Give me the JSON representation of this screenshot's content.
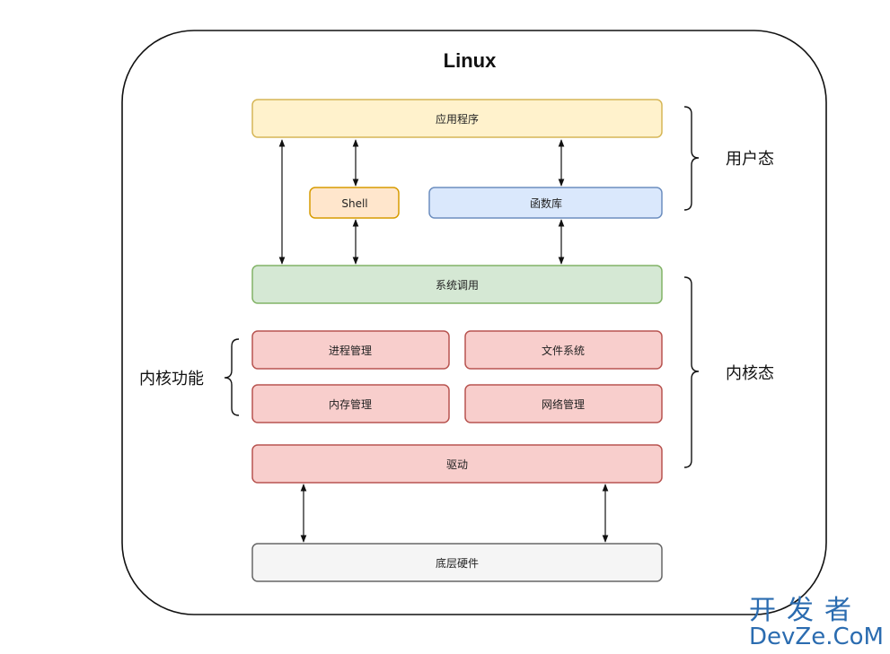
{
  "title": "Linux",
  "boxes": {
    "app": "应用程序",
    "shell": "Shell",
    "lib": "函数库",
    "syscall": "系统调用",
    "process": "进程管理",
    "fs": "文件系统",
    "memory": "内存管理",
    "network": "网络管理",
    "driver": "驱动",
    "hardware": "底层硬件"
  },
  "labels": {
    "user_mode": "用户态",
    "kernel_mode": "内核态",
    "kernel_functions": "内核功能"
  },
  "watermark": {
    "cn": "开发者",
    "en": "DevZe.CoM"
  },
  "colors": {
    "yellow_fill": "#fff2cc",
    "yellow_stroke": "#d6b656",
    "orange_fill": "#ffe6cc",
    "orange_stroke": "#d79b00",
    "blue_fill": "#dae8fc",
    "blue_stroke": "#6c8ebf",
    "green_fill": "#d5e8d4",
    "green_stroke": "#82b366",
    "red_fill": "#f8cecc",
    "red_stroke": "#b85450",
    "gray_fill": "#f5f5f5",
    "gray_stroke": "#666666",
    "watermark": "#2b6cb0"
  }
}
